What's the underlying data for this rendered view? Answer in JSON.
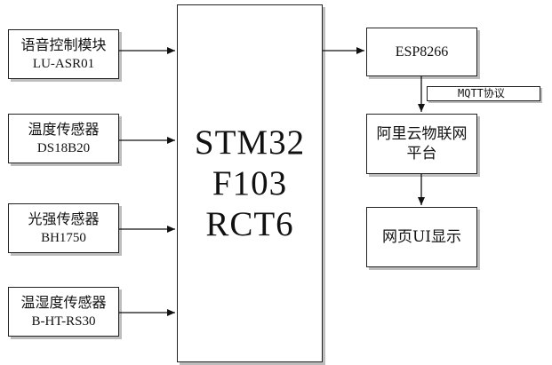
{
  "sensors": [
    {
      "line1": "语音控制模块",
      "line2": "LU-ASR01"
    },
    {
      "line1": "温度传感器",
      "line2": "DS18B20"
    },
    {
      "line1": "光强传感器",
      "line2": "BH1750"
    },
    {
      "line1": "温湿度传感器",
      "line2": "B-HT-RS30"
    }
  ],
  "mcu": {
    "line1": "STM32",
    "line2": "F103",
    "line3": "RCT6"
  },
  "wifi_module": {
    "label": "ESP8266"
  },
  "protocol_label": "MQTT协议",
  "cloud_platform": {
    "line1": "阿里云物联网",
    "line2": "平台"
  },
  "web_ui": {
    "label": "网页UI显示"
  }
}
